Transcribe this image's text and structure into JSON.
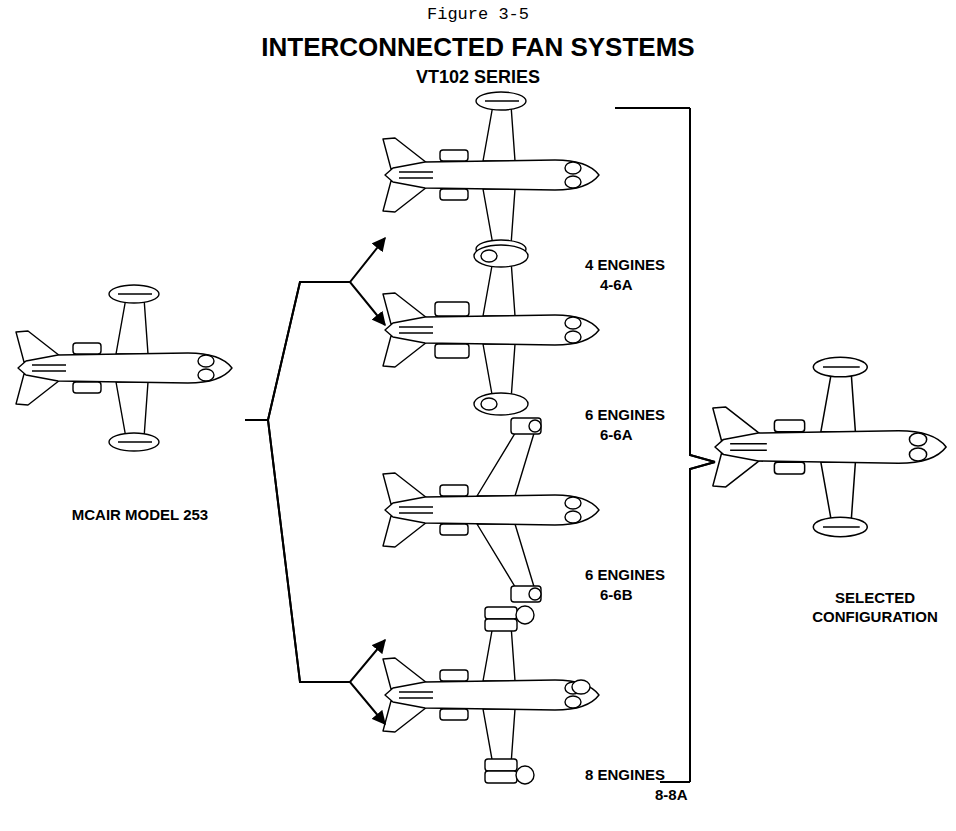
{
  "diagram": {
    "title": "INTERCONNECTED FAN SYSTEMS",
    "nodes": [
      {
        "text": [
          "MCAIR MODEL 253"
        ]
      },
      {
        "text": [
          "4 ENGINES",
          "4-6A"
        ]
      },
      {
        "text": [
          "6 ENGINES",
          "6-6A"
        ]
      },
      {
        "text": [
          "6 ENGINES",
          "6-6B"
        ]
      },
      {
        "text": [
          "8 ENGINES",
          "8-8A"
        ]
      },
      {
        "text": [
          "SELECTED CONFIGURATION"
        ]
      }
    ],
    "edges": [
      {
        "from": 0,
        "to": 1,
        "arrow": "to"
      },
      {
        "from": 0,
        "to": 2,
        "arrow": "to"
      },
      {
        "from": 0,
        "to": 3,
        "arrow": "to"
      },
      {
        "from": 0,
        "to": 4,
        "arrow": "to"
      },
      {
        "from": 1,
        "to": 5,
        "arrow": "none"
      },
      {
        "from": 2,
        "to": 5,
        "arrow": "none"
      },
      {
        "from": 3,
        "to": 5,
        "arrow": "none"
      },
      {
        "from": 4,
        "to": 5,
        "arrow": "none"
      }
    ],
    "labels": [
      "Figure 3-5",
      "VT102 SERIES"
    ]
  }
}
